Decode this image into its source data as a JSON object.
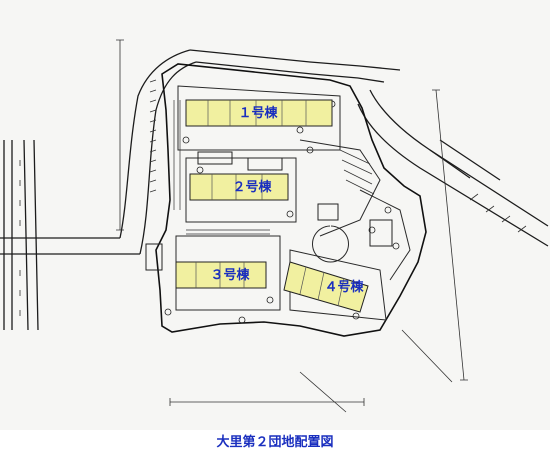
{
  "map": {
    "title": "大里第２団地配置図",
    "buildings": [
      {
        "label": "１号棟",
        "color": "#f1f0a0"
      },
      {
        "label": "２号棟",
        "color": "#f1f0a0"
      },
      {
        "label": "３号棟",
        "color": "#f1f0a0"
      },
      {
        "label": "４号棟",
        "color": "#f1f0a0"
      }
    ],
    "colors": {
      "paper": "#f6f6f4",
      "line": "#1c1c1c",
      "label": "#1a2fbf",
      "building_fill": "#f1f0a0"
    }
  }
}
